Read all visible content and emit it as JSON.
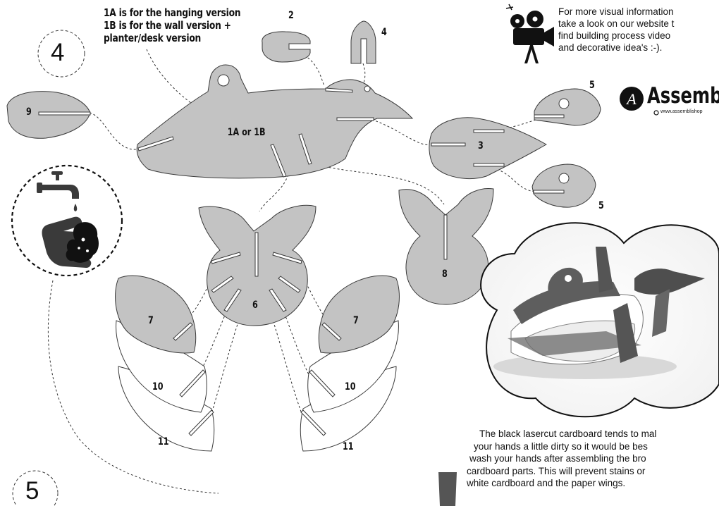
{
  "notes": {
    "version_line1": "1A is for the hanging version",
    "version_line2": "1B is for the wall version +",
    "version_line3": "planter/desk version"
  },
  "info_text": {
    "line1": "For more visual information",
    "line2": "take a look on our website t",
    "line3": "find building process video",
    "line4": "and decorative idea's :-)."
  },
  "brand": {
    "name": "Assembli",
    "url": "www.assemblishop"
  },
  "steps": {
    "four": "4",
    "five": "5"
  },
  "part_labels": {
    "p1": "1A or 1B",
    "p2": "2",
    "p3": "3",
    "p4": "4",
    "p5_top": "5",
    "p5_bottom": "5",
    "p6": "6",
    "p7_left": "7",
    "p7_right": "7",
    "p8": "8",
    "p9": "9",
    "p10_left": "10",
    "p10_right": "10",
    "p11_left": "11",
    "p11_right": "11"
  },
  "bottom_note": {
    "line1": "The black lasercut cardboard tends to mal",
    "line2": "your hands a little dirty so it would be bes",
    "line3": "wash your hands after assembling the bro",
    "line4": "cardboard parts. This will prevent stains or",
    "line5": "white cardboard and the paper wings."
  },
  "colors": {
    "part_grey": "#c3c3c3",
    "outline": "#3a3a3a",
    "white_part": "#ffffff",
    "dark_icon": "#3a3a3a",
    "photo_dark": "#606060"
  },
  "icons": {
    "step_badge": "dashed-circle",
    "video": "film-camera-icon",
    "brand_logo": "assembli-logo-icon",
    "wash": "faucet-and-dirty-hand-icon"
  }
}
